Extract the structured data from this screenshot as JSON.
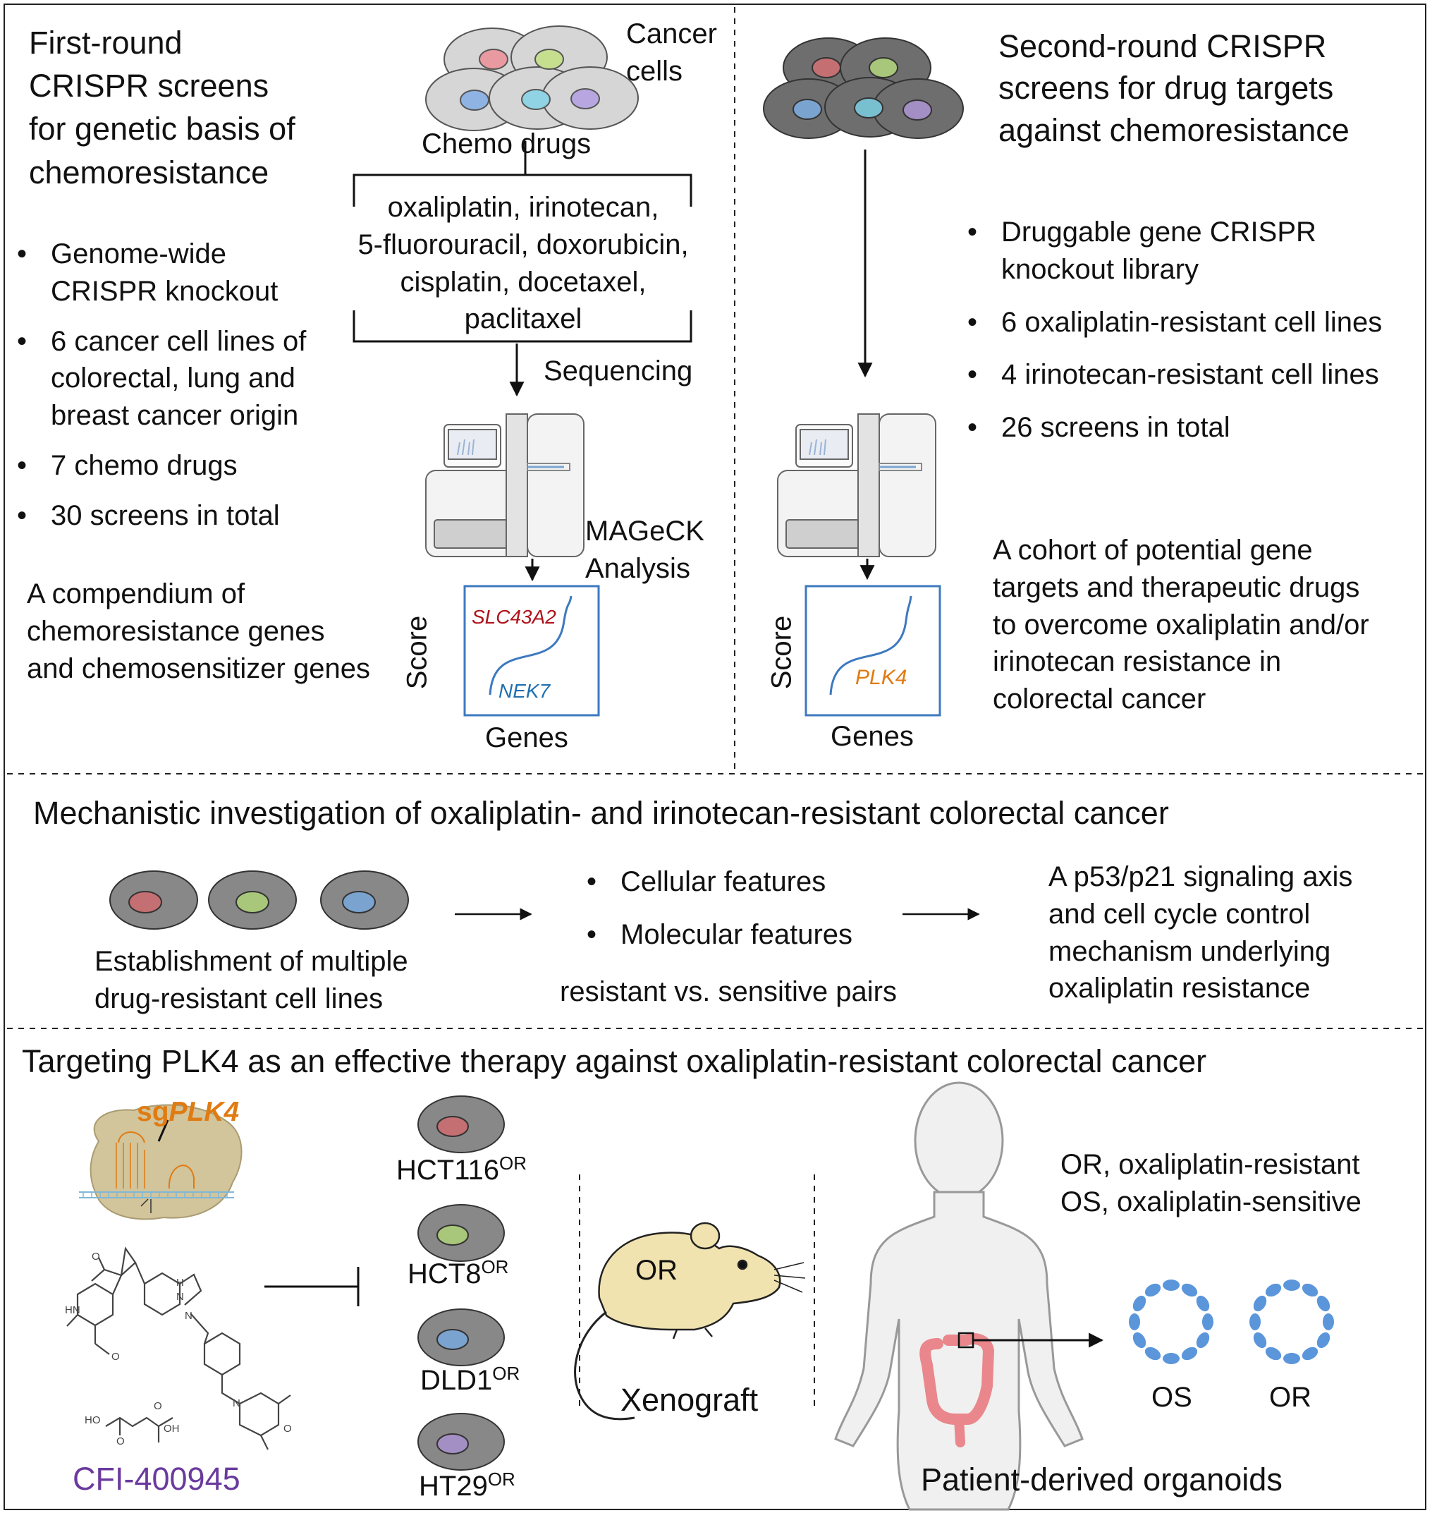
{
  "panel1": {
    "title": [
      "First-round",
      "CRISPR screens",
      "for genetic basis of",
      "chemoresistance"
    ],
    "cancer_cells_label": [
      "Cancer",
      "cells"
    ],
    "chemo_drugs_label": "Chemo drugs",
    "drugs_list": [
      "oxaliplatin, irinotecan,",
      "5-fluorouracil, doxorubicin,",
      "cisplatin, docetaxel,",
      "paclitaxel"
    ],
    "sequencing_label": "Sequencing",
    "analysis_label": [
      "MAGeCK",
      "Analysis"
    ],
    "bullets": [
      [
        "Genome-wide",
        "CRISPR knockout"
      ],
      [
        "6 cancer cell lines of",
        "colorectal, lung and",
        "breast cancer origin"
      ],
      [
        "7 chemo drugs"
      ],
      [
        "30 screens in total"
      ]
    ],
    "conclusion": [
      "A compendium of",
      "chemoresistance genes",
      "and chemosensitizer genes"
    ],
    "plot": {
      "ylabel": "Score",
      "xlabel": "Genes",
      "gene_top": "SLC43A2",
      "gene_bottom": "NEK7"
    }
  },
  "panel2": {
    "title": [
      "Second-round CRISPR",
      "screens for drug targets",
      "against chemoresistance"
    ],
    "bullets": [
      [
        "Druggable gene CRISPR",
        "knockout library"
      ],
      [
        "6 oxaliplatin-resistant cell lines"
      ],
      [
        "4 irinotecan-resistant cell lines"
      ],
      [
        "26 screens in total"
      ]
    ],
    "conclusion": [
      "A cohort of potential gene",
      "targets and therapeutic drugs",
      "to overcome oxaliplatin and/or",
      "irinotecan resistance in",
      "colorectal cancer"
    ],
    "plot": {
      "ylabel": "Score",
      "xlabel": "Genes",
      "gene": "PLK4"
    }
  },
  "panel3": {
    "title": "Mechanistic investigation of oxaliplatin- and irinotecan-resistant colorectal cancer",
    "establish": [
      "Establishment of multiple",
      "drug-resistant cell lines"
    ],
    "bullets": [
      [
        "Cellular features"
      ],
      [
        "Molecular features"
      ]
    ],
    "pairs": "resistant vs. sensitive pairs",
    "result": [
      "A p53/p21 signaling axis",
      "and cell cycle control",
      "mechanism underlying",
      "oxaliplatin resistance"
    ]
  },
  "panel4": {
    "title": "Targeting PLK4 as an effective therapy against oxaliplatin-resistant colorectal cancer",
    "sg_prefix": "sg",
    "sg_gene": "PLK4",
    "drug": "CFI-400945",
    "cell_lines": [
      {
        "name": "HCT116",
        "sup": "OR"
      },
      {
        "name": "HCT8",
        "sup": "OR"
      },
      {
        "name": "DLD1",
        "sup": "OR"
      },
      {
        "name": "HT29",
        "sup": "OR"
      }
    ],
    "mouse_label": "OR",
    "xenograft": "Xenograft",
    "legend": [
      "OR, oxaliplatin-resistant",
      "OS, oxaliplatin-sensitive"
    ],
    "organoid_os": "OS",
    "organoid_or": "OR",
    "organoids": "Patient-derived organoids"
  },
  "colors": {
    "nucleus_red": "#c46f72",
    "nucleus_green": "#a9c77a",
    "nucleus_blue": "#7aa4cf",
    "nucleus_teal": "#78bfd0",
    "nucleus_purple": "#a48fc4",
    "plot_blue": "#3d79bf",
    "orange": "#e07b12",
    "purple": "#6a3a9e",
    "red_gene": "#b0121b",
    "organoid_blue": "#5b96db",
    "chem_tan": "#d2c49b"
  }
}
